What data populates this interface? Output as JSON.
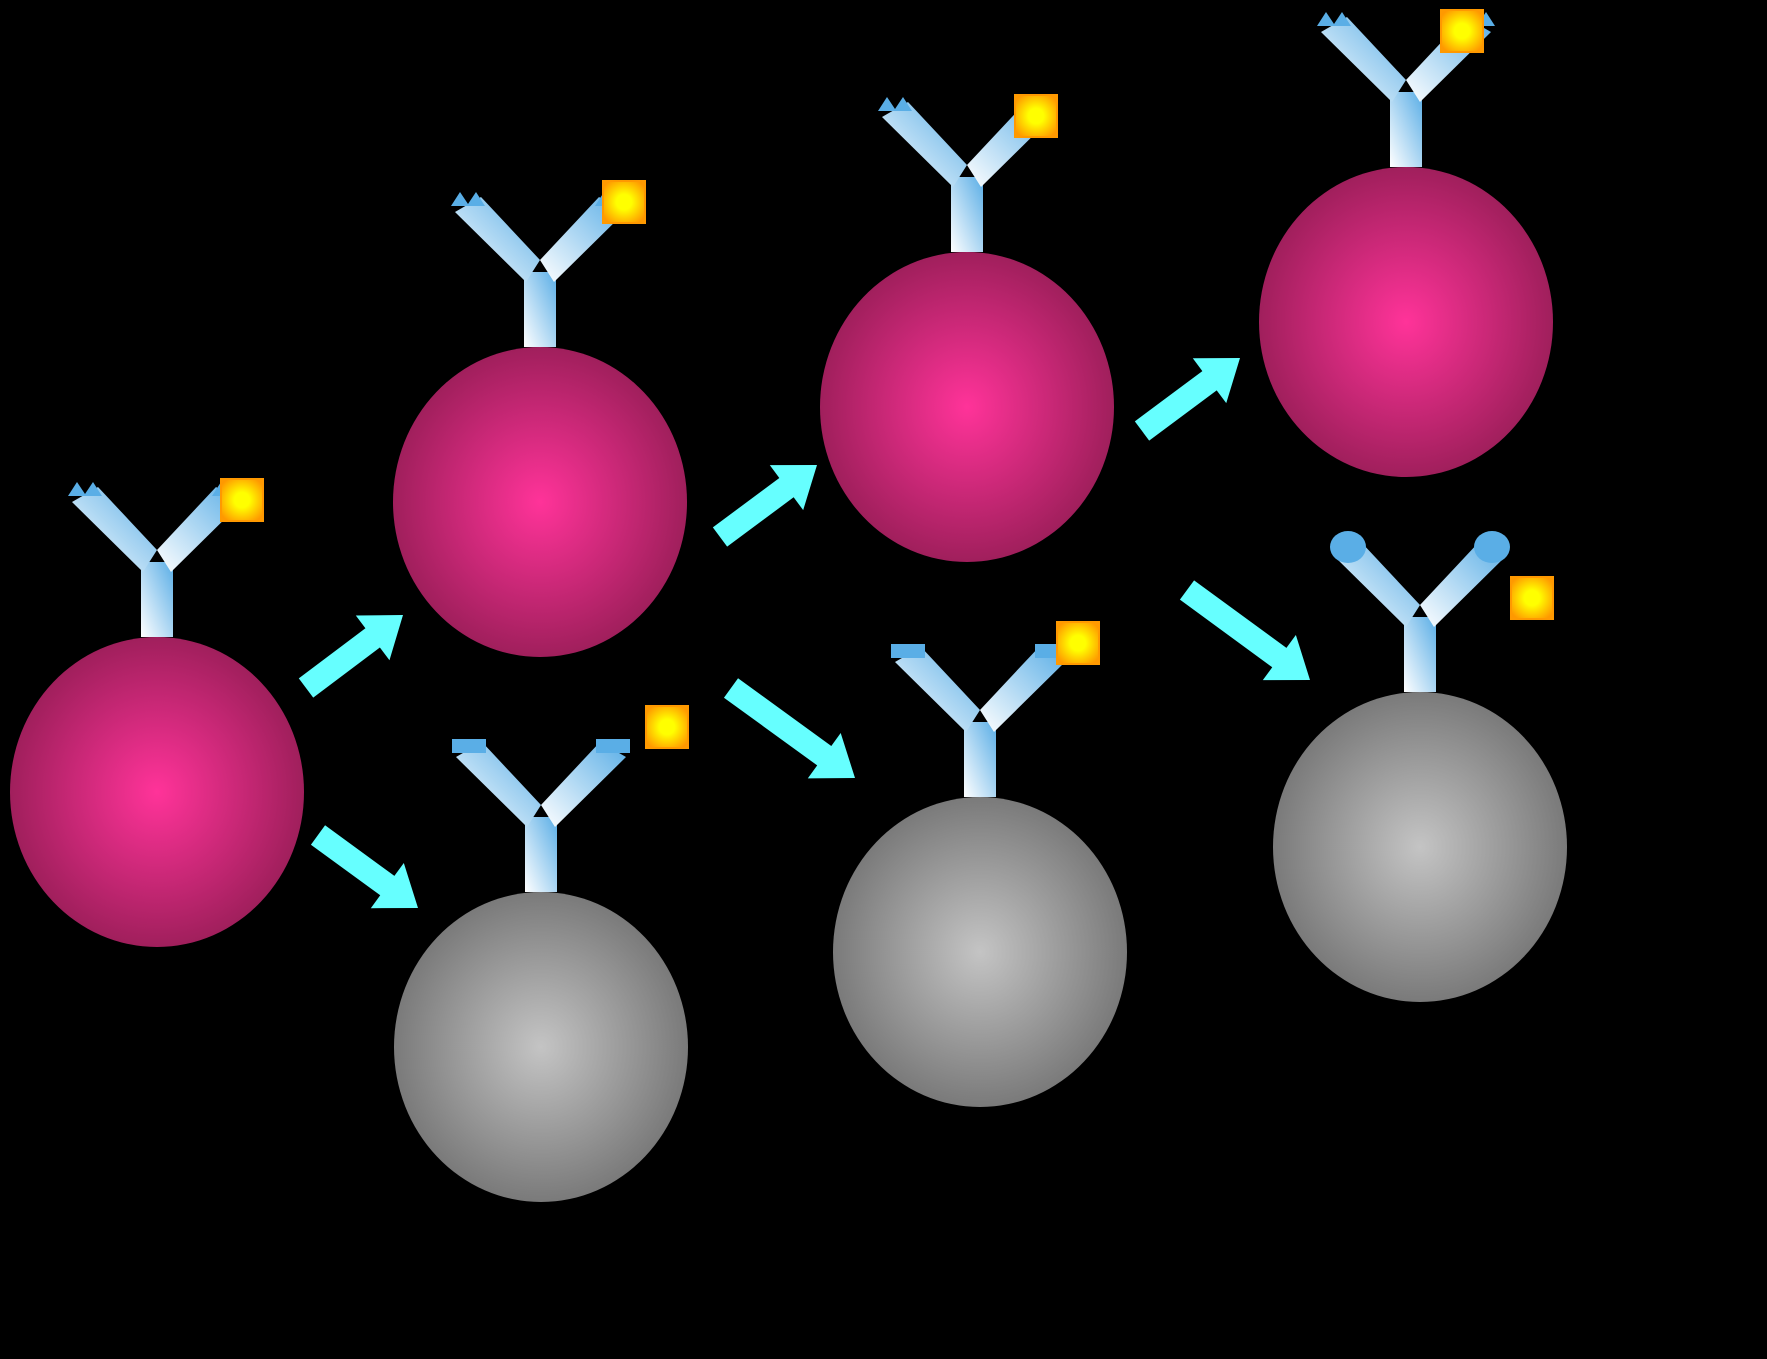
{
  "colors": {
    "background": "#000000",
    "active_cell_center": "#ff3399",
    "active_cell_edge": "#a01f5c",
    "inactive_cell_center": "#c4c4c4",
    "inactive_cell_edge": "#7a7a7a",
    "receptor_light": "#ffffff",
    "receptor_dark": "#5aaee6",
    "antigen_center": "#ffff00",
    "antigen_edge": "#ff9900",
    "arrow": "#66ffff"
  },
  "icons": {
    "active_cell": "magenta-sphere-cell-icon",
    "inactive_cell": "gray-sphere-cell-icon",
    "receptor": "y-shaped-antibody-receptor-icon",
    "antigen": "orange-square-antigen-icon",
    "arrow": "cyan-arrow-icon"
  },
  "cells": [
    {
      "id": "cell-1",
      "state": "active",
      "receptor_variant": "notched",
      "antigen_bound": true
    },
    {
      "id": "cell-2",
      "state": "active",
      "receptor_variant": "notched",
      "antigen_bound": true
    },
    {
      "id": "cell-3",
      "state": "active",
      "receptor_variant": "notched",
      "antigen_bound": true
    },
    {
      "id": "cell-4",
      "state": "active",
      "receptor_variant": "notched",
      "antigen_bound": true
    },
    {
      "id": "cell-5",
      "state": "inactive",
      "receptor_variant": "flat",
      "antigen_bound": false
    },
    {
      "id": "cell-6",
      "state": "inactive",
      "receptor_variant": "flat",
      "antigen_bound": false
    },
    {
      "id": "cell-7",
      "state": "inactive",
      "receptor_variant": "rounded",
      "antigen_bound": false
    }
  ],
  "arrows": [
    {
      "from": "cell-1",
      "to": "cell-2"
    },
    {
      "from": "cell-1",
      "to": "cell-5"
    },
    {
      "from": "cell-2",
      "to": "cell-3"
    },
    {
      "from": "cell-2",
      "to": "cell-6"
    },
    {
      "from": "cell-3",
      "to": "cell-4"
    },
    {
      "from": "cell-3",
      "to": "cell-7"
    }
  ]
}
